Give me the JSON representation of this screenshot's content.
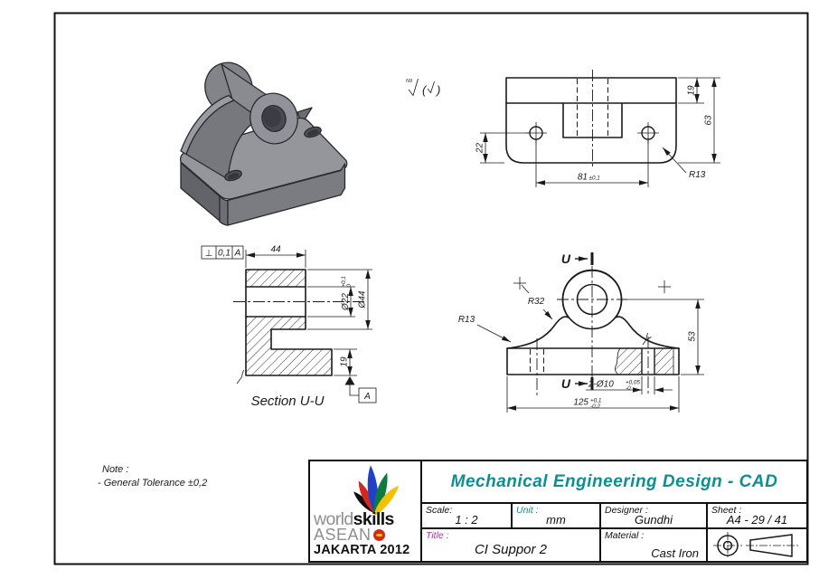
{
  "colors": {
    "line": "#1a1a1a",
    "header_teal": "#0e8f8f",
    "title_magenta": "#b02fb0",
    "logo_red": "#d4281e",
    "logo_blue": "#1f41c8",
    "logo_green": "#0f7a3d",
    "logo_yellow": "#f2c200",
    "logo_black": "#111111",
    "logo_gray": "#8f8f8f"
  },
  "note": {
    "title": "Note :",
    "body": "- General Tolerance ±0,2"
  },
  "finish_note": {
    "grade": "N9",
    "open": "(",
    "close": ")"
  },
  "top_view": {
    "d19": "19",
    "d63": "63",
    "d22": "22",
    "d81": "81",
    "d81_tol": "±0,1",
    "r13": "R13"
  },
  "front_view": {
    "u_top": "U",
    "u_bottom": "U",
    "r32": "R32",
    "r13": "R13",
    "d53": "53",
    "d125": "125",
    "d125_tol_up": "+0,1",
    "d125_tol_dn": "-0,2",
    "dholes": "2-Ø10",
    "dholes_tol_up": "+0,05",
    "dholes_tol_dn": "-0"
  },
  "section_view": {
    "caption": "Section U-U",
    "d44": "44",
    "dia22": "Ø22",
    "dia22_tol_up": "+0,1",
    "dia22_tol_dn": "0",
    "dia44": "Ø44",
    "d19": "19",
    "datum": "A",
    "fcf": {
      "sym": "⊥",
      "tol": "0,1",
      "datum": "A"
    }
  },
  "title_block": {
    "header": "Mechanical Engineering Design - CAD",
    "scale_label": "Scale:",
    "scale": "1 : 2",
    "unit_label": "Unit :",
    "unit": "mm",
    "designer_label": "Designer :",
    "designer": "Gundhi",
    "sheet_label": "Sheet :",
    "sheet": "A4 - 29 / 41",
    "title_label": "Title :",
    "title": "CI Suppor 2",
    "material_label": "Material :",
    "material": "Cast Iron"
  },
  "logo": {
    "world": "world",
    "skills": "skills",
    "asean": "ASEAN",
    "event": "JAKARTA 2012"
  }
}
